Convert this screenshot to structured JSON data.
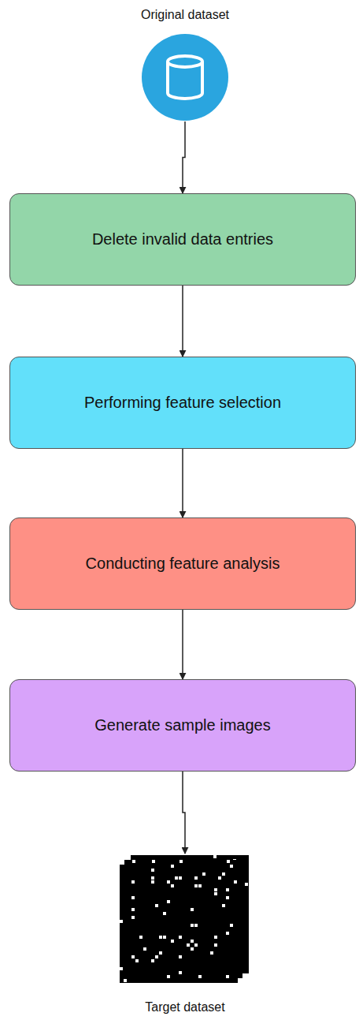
{
  "diagram": {
    "nodes": [
      {
        "text": [
          "Original dataset"
        ]
      },
      {
        "text": [
          "Delete invalid data entries"
        ]
      },
      {
        "text": [
          "Performing feature selection"
        ]
      },
      {
        "text": [
          "Conducting feature analysis"
        ]
      },
      {
        "text": [
          "Generate sample images"
        ]
      },
      {
        "text": [
          "Target dataset"
        ]
      }
    ],
    "edges": [
      {
        "from": 0,
        "to": 1,
        "arrow": "to"
      },
      {
        "from": 1,
        "to": 2,
        "arrow": "to"
      },
      {
        "from": 2,
        "to": 3,
        "arrow": "to"
      },
      {
        "from": 3,
        "to": 4,
        "arrow": "to"
      },
      {
        "from": 4,
        "to": 5,
        "arrow": "to"
      }
    ]
  }
}
